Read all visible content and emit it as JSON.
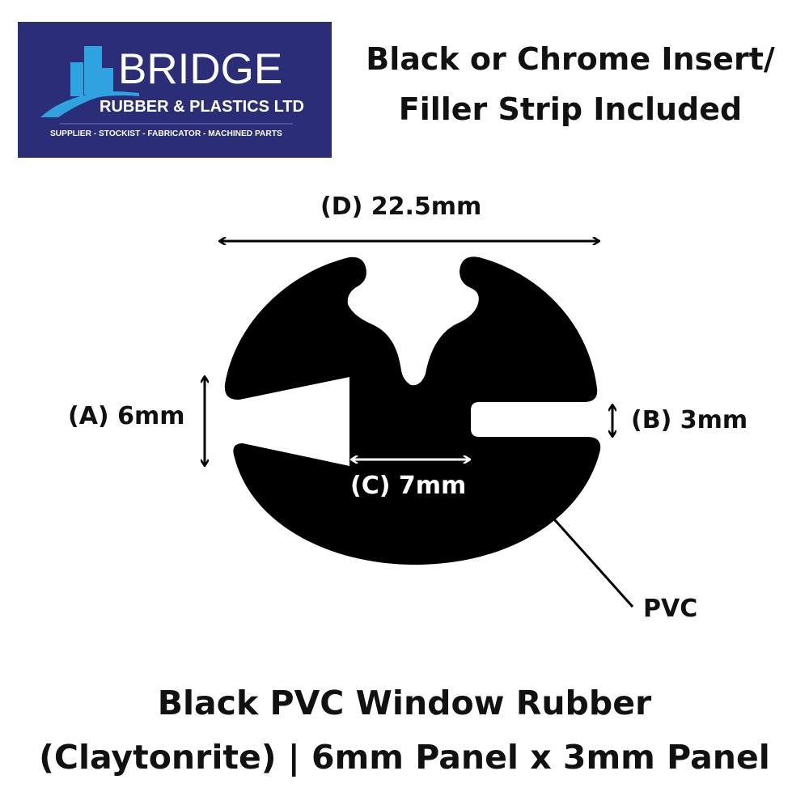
{
  "logo": {
    "name": "BRIDGE",
    "subtitle": "RUBBER & PLASTICS LTD",
    "tagline": "SUPPLIER - STOCKIST - FABRICATOR - MACHINED PARTS",
    "background": "#2b2d77",
    "accent": "#2ea3e0"
  },
  "heading": {
    "line1": "Black or Chrome Insert/",
    "line2": "Filler Strip Included"
  },
  "dimensions": {
    "d": "(D) 22.5mm",
    "a": "(A) 6mm",
    "b": "(B) 3mm",
    "c": "(C) 7mm",
    "material": "PVC"
  },
  "footer": {
    "line1": "Black PVC Window Rubber",
    "line2": "(Claytonrite) | 6mm Panel x 3mm Panel"
  }
}
